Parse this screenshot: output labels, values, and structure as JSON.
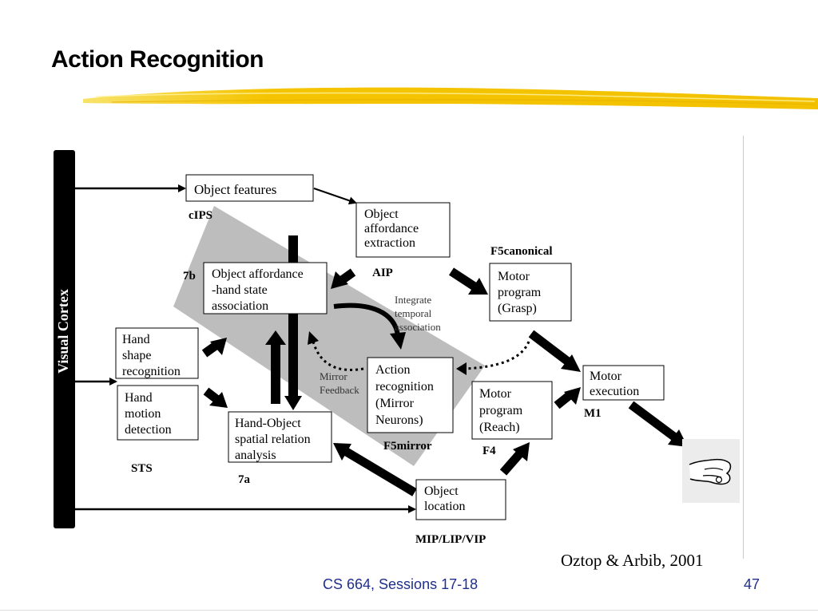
{
  "slide": {
    "title": "Action Recognition",
    "footer_center": "CS 664,  Sessions 17-18",
    "page_number": "47",
    "citation": "Oztop & Arbib, 2001",
    "highlight_color": "#f5c400"
  },
  "diagram": {
    "visual_cortex_label": "Visual Cortex",
    "boxes": {
      "object_features": [
        "Object features"
      ],
      "object_affordance_extraction": [
        "Object",
        "affordance",
        "extraction"
      ],
      "affordance_hand_state": [
        "Object affordance",
        "-hand state",
        "association"
      ],
      "motor_program_grasp": [
        "Motor",
        "program",
        "(Grasp)"
      ],
      "hand_shape": [
        "Hand",
        "shape",
        "recognition"
      ],
      "hand_motion": [
        "Hand",
        "motion",
        "detection"
      ],
      "action_recognition": [
        "Action",
        "recognition",
        "(Mirror",
        "Neurons)"
      ],
      "motor_program_reach": [
        "Motor",
        "program",
        "(Reach)"
      ],
      "motor_execution": [
        "Motor",
        "execution"
      ],
      "hand_object_spatial": [
        "Hand-Object",
        "spatial relation",
        "analysis"
      ],
      "object_location": [
        "Object",
        "location"
      ]
    },
    "region_labels": {
      "cips": "cIPS",
      "aip": "AIP",
      "f5canonical": "F5canonical",
      "sevenb": "7b",
      "m1": "M1",
      "f5mirror": "F5mirror",
      "f4": "F4",
      "sts": "STS",
      "sevena": "7a",
      "mip": "MIP/LIP/VIP"
    },
    "annotations": {
      "integrate": [
        "Integrate",
        "temporal",
        "association"
      ],
      "mirror_feedback": [
        "Mirror",
        "Feedback"
      ]
    },
    "hand_icon": "hand-grasp-icon"
  }
}
